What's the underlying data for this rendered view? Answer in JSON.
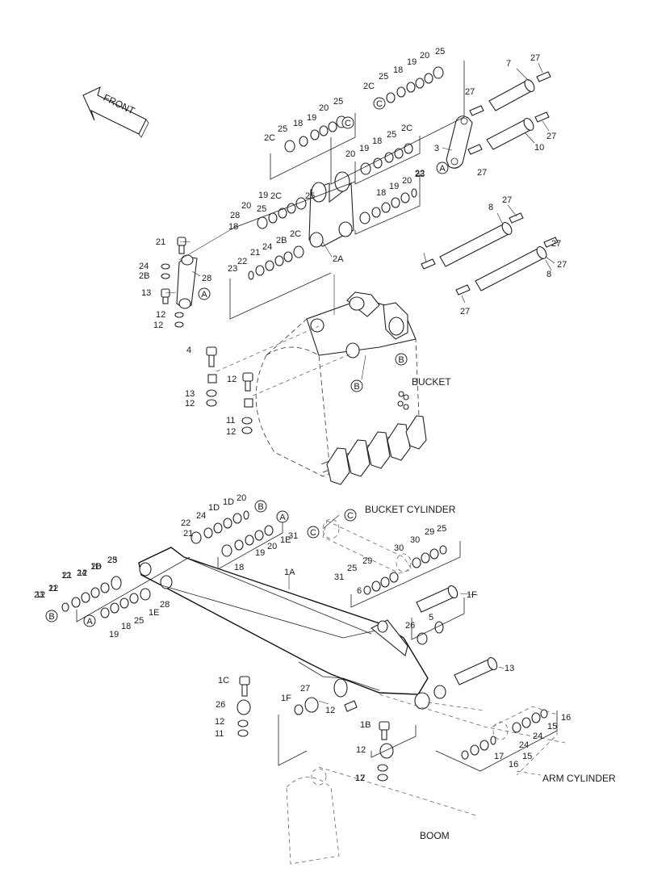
{
  "front_arrow_label": "FRONT",
  "captions": {
    "bucket": "BUCKET",
    "bucket_cylinder": "BUCKET CYLINDER",
    "arm_cylinder": "ARM CYLINDER",
    "boom": "BOOM",
    "arm": "1A",
    "link": "2A"
  },
  "part_labels": [
    {
      "text": "7"
    },
    {
      "text": "27"
    },
    {
      "text": "27"
    },
    {
      "text": "10"
    },
    {
      "text": "27"
    },
    {
      "text": "3"
    },
    {
      "text": "27"
    },
    {
      "text": "8"
    },
    {
      "text": "27"
    },
    {
      "text": "27"
    },
    {
      "text": "8"
    },
    {
      "text": "27"
    },
    {
      "text": "27"
    },
    {
      "text": "2C"
    },
    {
      "text": "25"
    },
    {
      "text": "18"
    },
    {
      "text": "19"
    },
    {
      "text": "20"
    },
    {
      "text": "25"
    },
    {
      "text": "2C"
    },
    {
      "text": "25"
    },
    {
      "text": "18"
    },
    {
      "text": "19"
    },
    {
      "text": "20"
    },
    {
      "text": "25"
    },
    {
      "text": "20"
    },
    {
      "text": "19"
    },
    {
      "text": "18"
    },
    {
      "text": "25"
    },
    {
      "text": "2C"
    },
    {
      "text": "2C"
    },
    {
      "text": "25"
    },
    {
      "text": "18"
    },
    {
      "text": "19"
    },
    {
      "text": "20"
    },
    {
      "text": "28"
    },
    {
      "text": "23"
    },
    {
      "text": "22"
    },
    {
      "text": "21"
    },
    {
      "text": "24"
    },
    {
      "text": "2B"
    },
    {
      "text": "2C"
    },
    {
      "text": "25"
    },
    {
      "text": "18"
    },
    {
      "text": "19"
    },
    {
      "text": "20"
    },
    {
      "text": "23"
    },
    {
      "text": "22"
    },
    {
      "text": "21"
    },
    {
      "text": "24"
    },
    {
      "text": "2B"
    },
    {
      "text": "28"
    },
    {
      "text": "13"
    },
    {
      "text": "12"
    },
    {
      "text": "12"
    },
    {
      "text": "4"
    },
    {
      "text": "13"
    },
    {
      "text": "12"
    },
    {
      "text": "12"
    },
    {
      "text": "11"
    },
    {
      "text": "12"
    },
    {
      "text": "12"
    },
    {
      "text": "11"
    },
    {
      "text": "12"
    },
    {
      "text": "12"
    },
    {
      "text": "28"
    },
    {
      "text": "23"
    },
    {
      "text": "22"
    },
    {
      "text": "21"
    },
    {
      "text": "24"
    },
    {
      "text": "1D"
    },
    {
      "text": "1D"
    },
    {
      "text": "20"
    },
    {
      "text": "19"
    },
    {
      "text": "18"
    },
    {
      "text": "25"
    },
    {
      "text": "1E"
    },
    {
      "text": "28"
    },
    {
      "text": "23"
    },
    {
      "text": "22"
    },
    {
      "text": "21"
    },
    {
      "text": "24"
    },
    {
      "text": "1D"
    },
    {
      "text": "25"
    },
    {
      "text": "18"
    },
    {
      "text": "19"
    },
    {
      "text": "20"
    },
    {
      "text": "1E"
    },
    {
      "text": "31"
    },
    {
      "text": "30"
    },
    {
      "text": "29"
    },
    {
      "text": "25"
    },
    {
      "text": "30"
    },
    {
      "text": "31"
    },
    {
      "text": "25"
    },
    {
      "text": "29"
    },
    {
      "text": "6"
    },
    {
      "text": "1F"
    },
    {
      "text": "26"
    },
    {
      "text": "5"
    },
    {
      "text": "13"
    },
    {
      "text": "1C"
    },
    {
      "text": "26"
    },
    {
      "text": "1F"
    },
    {
      "text": "27"
    },
    {
      "text": "12"
    },
    {
      "text": "12"
    },
    {
      "text": "11"
    },
    {
      "text": "1B"
    },
    {
      "text": "12"
    },
    {
      "text": "12"
    },
    {
      "text": "17"
    },
    {
      "text": "16"
    },
    {
      "text": "15"
    },
    {
      "text": "24"
    },
    {
      "text": "24"
    },
    {
      "text": "15"
    },
    {
      "text": "16"
    },
    {
      "text": "17"
    }
  ],
  "ref_markers": [
    {
      "text": "C"
    },
    {
      "text": "C"
    },
    {
      "text": "A"
    },
    {
      "text": "A"
    },
    {
      "text": "B"
    },
    {
      "text": "B"
    },
    {
      "text": "B"
    },
    {
      "text": "A"
    },
    {
      "text": "B"
    },
    {
      "text": "A"
    },
    {
      "text": "C"
    },
    {
      "text": "C"
    }
  ]
}
